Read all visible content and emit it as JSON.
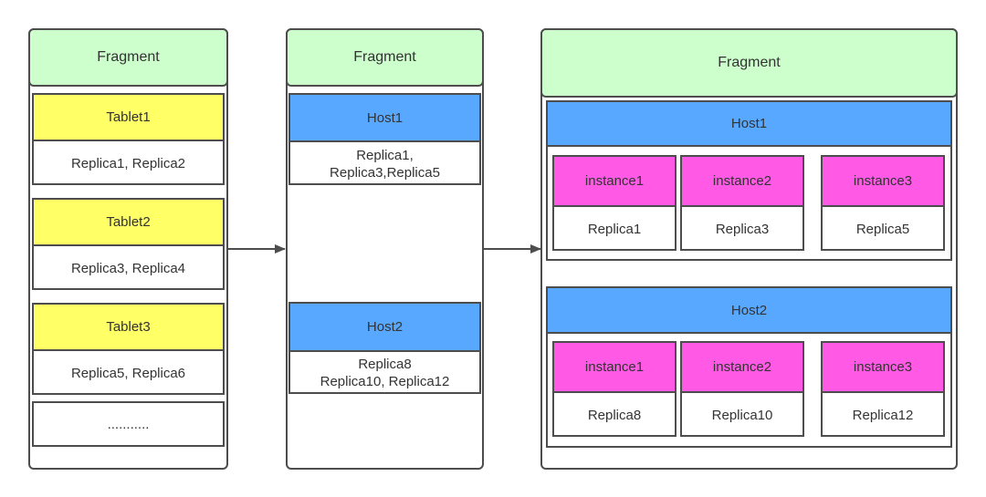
{
  "panel1": {
    "header": "Fragment",
    "tablets": [
      {
        "name": "Tablet1",
        "replicas": "Replica1, Replica2"
      },
      {
        "name": "Tablet2",
        "replicas": "Replica3, Replica4"
      },
      {
        "name": "Tablet3",
        "replicas": "Replica5, Replica6"
      }
    ],
    "ellipsis": "..........."
  },
  "panel2": {
    "header": "Fragment",
    "hosts": [
      {
        "name": "Host1",
        "replicas_line1": "Replica1,",
        "replicas_line2": "Replica3,Replica5"
      },
      {
        "name": "Host2",
        "replicas_line1": "Replica8",
        "replicas_line2": "Replica10, Replica12"
      }
    ]
  },
  "panel3": {
    "header": "Fragment",
    "hosts": [
      {
        "name": "Host1",
        "instances": [
          {
            "name": "instance1",
            "replica": "Replica1"
          },
          {
            "name": "instance2",
            "replica": "Replica3"
          },
          {
            "name": "instance3",
            "replica": "Replica5"
          }
        ]
      },
      {
        "name": "Host2",
        "instances": [
          {
            "name": "instance1",
            "replica": "Replica8"
          },
          {
            "name": "instance2",
            "replica": "Replica10"
          },
          {
            "name": "instance3",
            "replica": "Replica12"
          }
        ]
      }
    ]
  },
  "colors": {
    "header": "#ccffcc",
    "tablet": "#ffff66",
    "host": "#59a8ff",
    "instance": "#ff59e6",
    "border": "#4d4d4d"
  }
}
